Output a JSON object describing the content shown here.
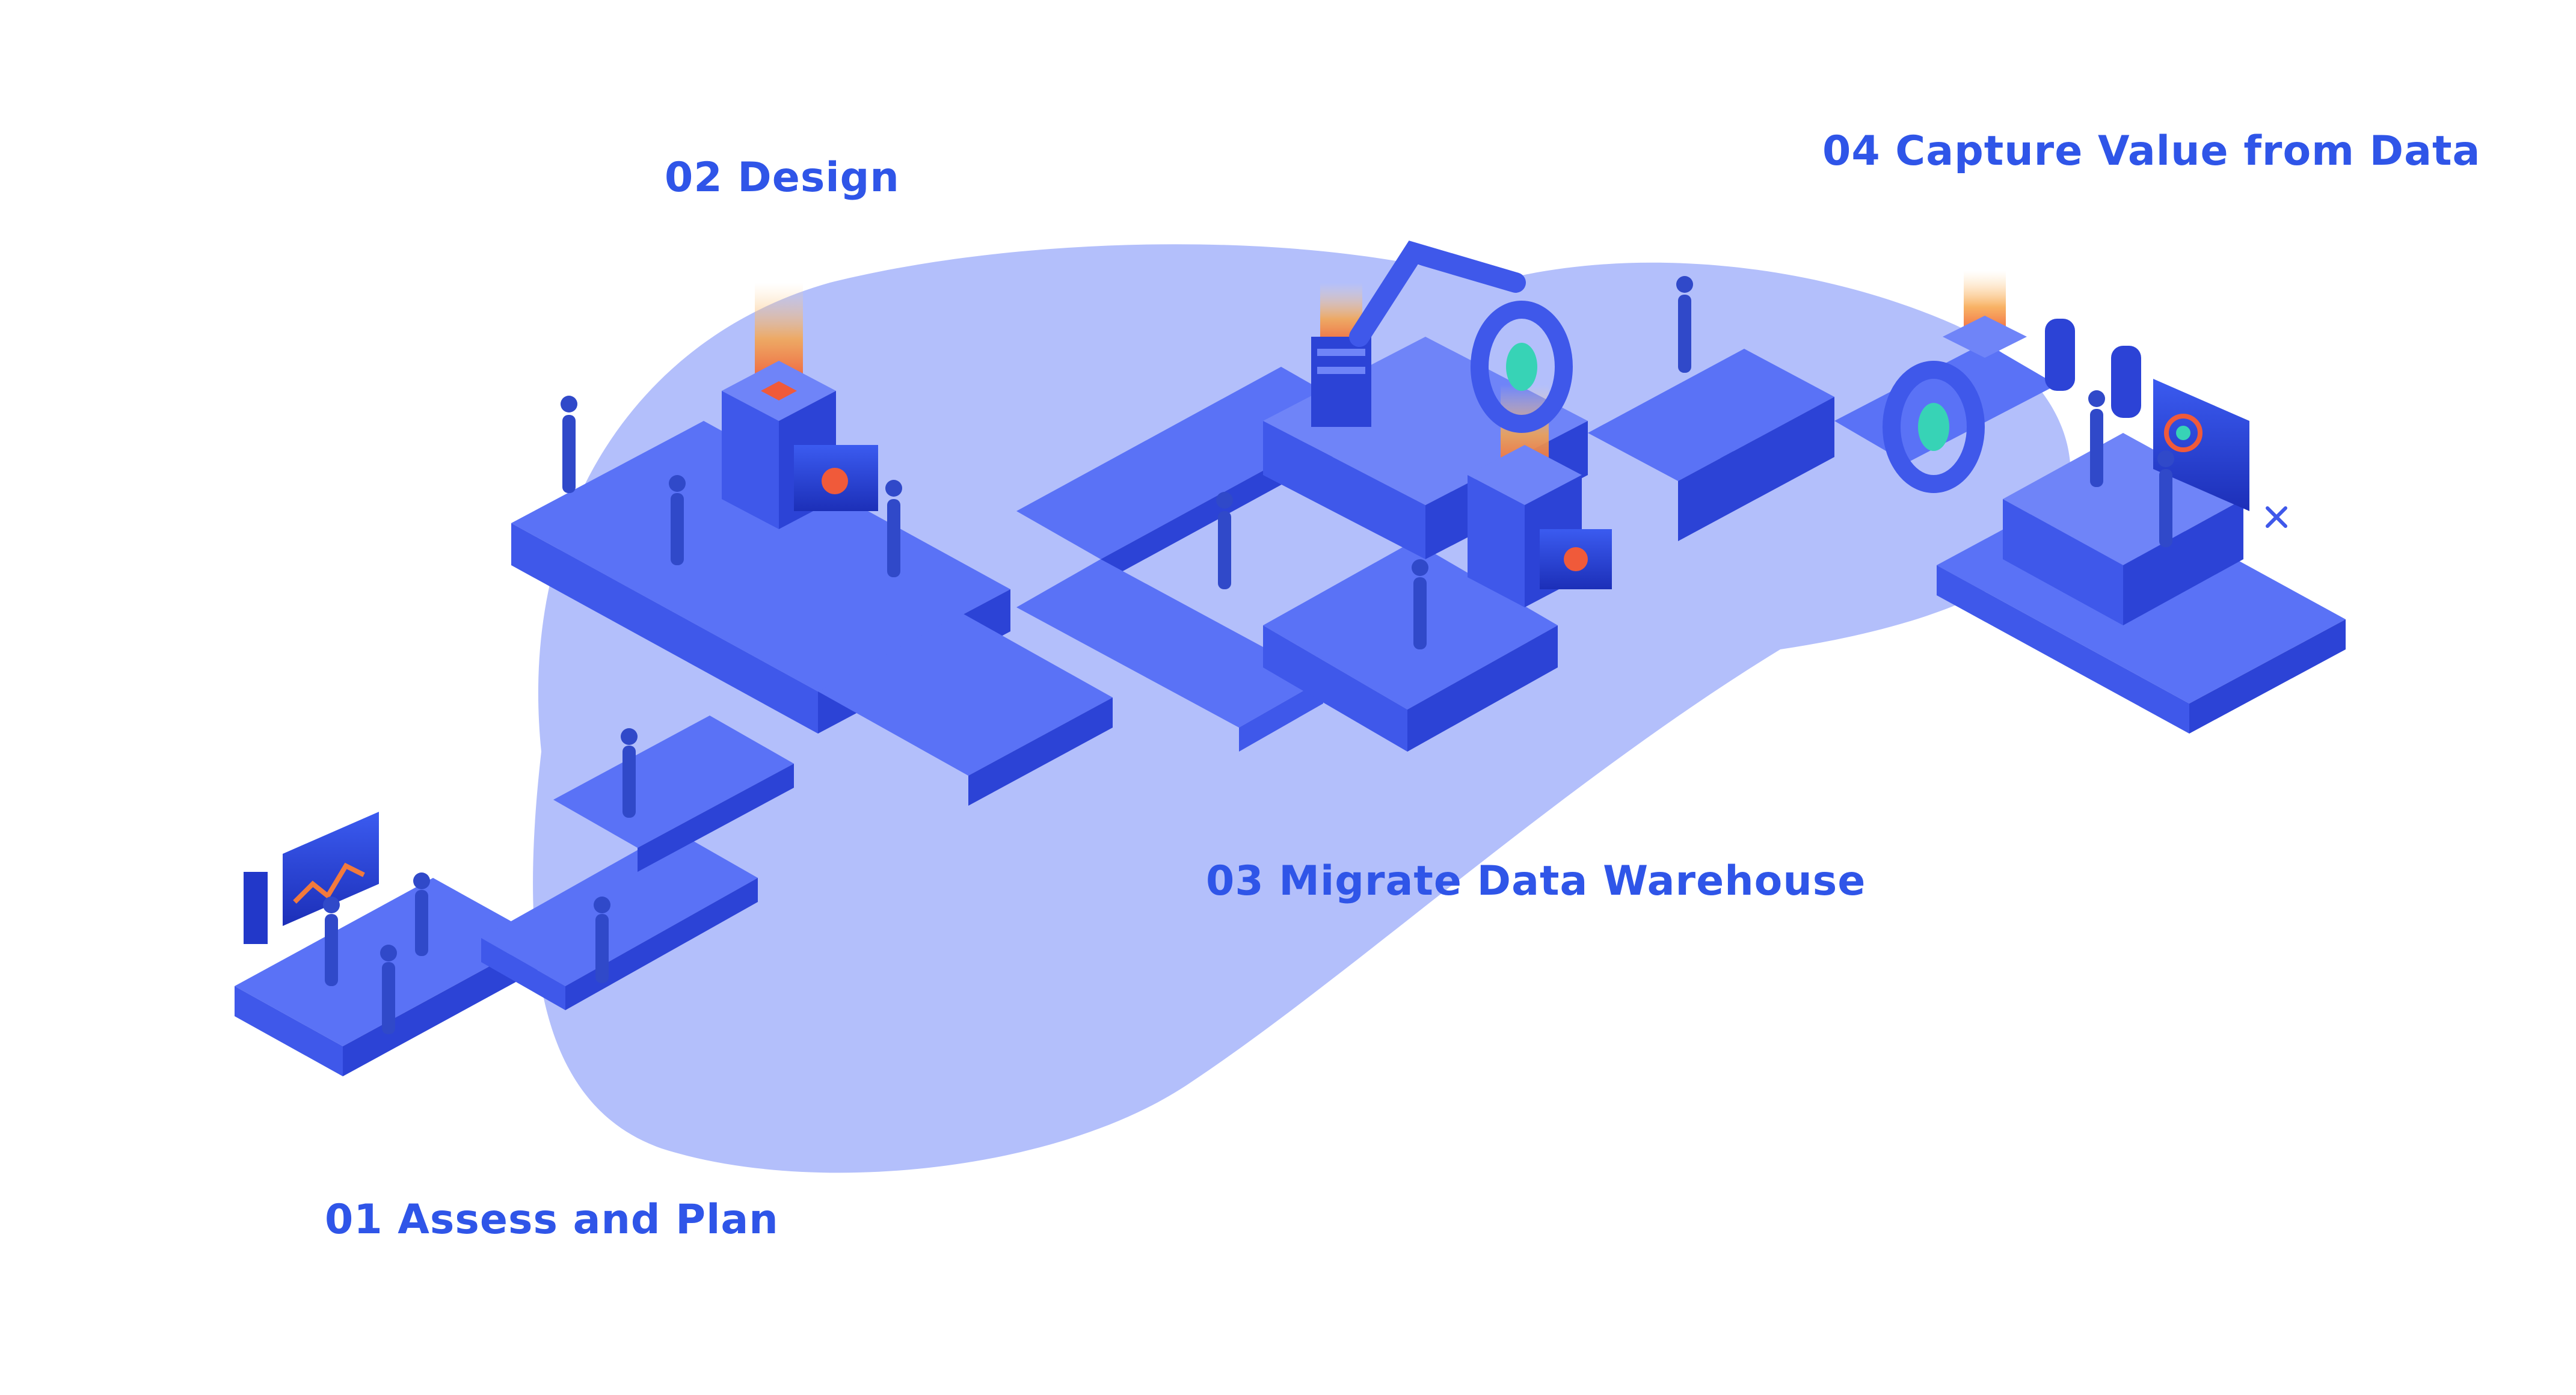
{
  "diagram": {
    "steps": [
      {
        "number": "01",
        "label": "01 Assess and Plan"
      },
      {
        "number": "02",
        "label": "02 Design"
      },
      {
        "number": "03",
        "label": "03 Migrate Data Warehouse"
      },
      {
        "number": "04",
        "label": "04 Capture Value from Data"
      }
    ]
  },
  "colors": {
    "label_text": "#2f55e8",
    "cloud_fill": "#b3bffb",
    "platform_top": "#5a72f6",
    "platform_left": "#3f58ea",
    "platform_right": "#2c43d6",
    "beam_orange": "#f7a54a",
    "beam_red": "#f05a3a",
    "accent_teal": "#37d3b6",
    "person": "#3049c9"
  }
}
